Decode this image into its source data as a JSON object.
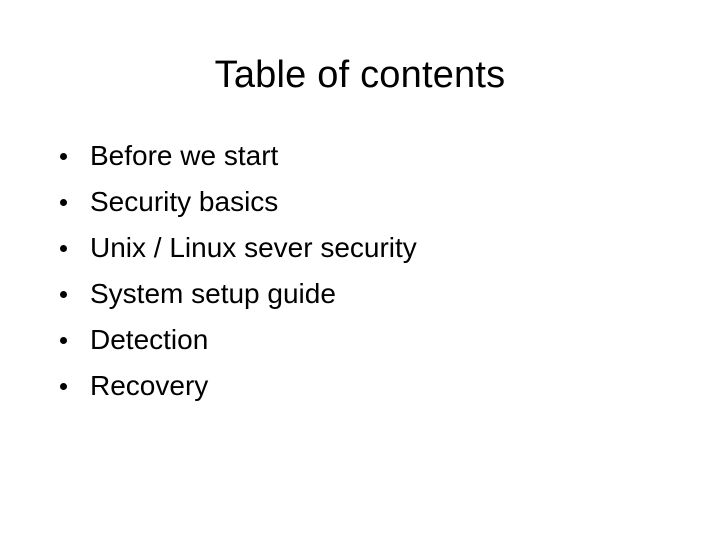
{
  "slide": {
    "title": "Table of contents",
    "background_color": "#ffffff",
    "text_color": "#000000",
    "bullet_glyph": "bullet-dot",
    "items": [
      {
        "label": "Before we start"
      },
      {
        "label": "Security basics"
      },
      {
        "label": "Unix / Linux sever security"
      },
      {
        "label": "System setup guide"
      },
      {
        "label": "Detection"
      },
      {
        "label": "Recovery"
      }
    ]
  }
}
